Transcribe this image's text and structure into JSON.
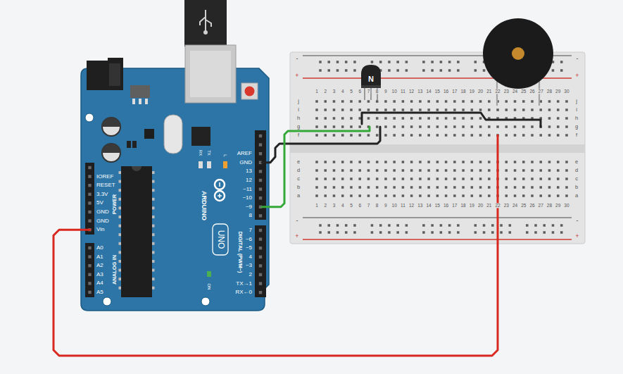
{
  "diagram": {
    "nodes": [
      {
        "text": [
          "AREF",
          "GND",
          "13",
          "12",
          "~11",
          "~10",
          "~9",
          "8",
          "7",
          "~6",
          "~5",
          "4",
          "~3",
          "2",
          "TX→1",
          "RX←0",
          "DIGITAL (PWM~)",
          "RX",
          "TX",
          "L",
          "ARDUINO",
          "UNO",
          "ON",
          "IOREF",
          "RESET",
          "3.3V",
          "5V",
          "GND",
          "GND",
          "Vin",
          "POWER",
          "A0",
          "A1",
          "A2",
          "A3",
          "A4",
          "A5",
          "ANALOG IN"
        ]
      },
      {
        "text": [
          "-",
          "-",
          "+",
          "+",
          "1",
          "2",
          "3",
          "4",
          "5",
          "6",
          "7",
          "8",
          "9",
          "10",
          "11",
          "12",
          "13",
          "14",
          "15",
          "16",
          "17",
          "18",
          "19",
          "20",
          "21",
          "22",
          "23",
          "24",
          "25",
          "26",
          "27",
          "28",
          "29",
          "30",
          "j",
          "j",
          "i",
          "i",
          "h",
          "h",
          "g",
          "g",
          "f",
          "f",
          "e",
          "e",
          "d",
          "d",
          "c",
          "c",
          "b",
          "b",
          "a",
          "a",
          "1",
          "2",
          "3",
          "4",
          "5",
          "6",
          "7",
          "8",
          "9",
          "10",
          "11",
          "12",
          "13",
          "14",
          "15",
          "16",
          "17",
          "18",
          "19",
          "20",
          "21",
          "22",
          "23",
          "24",
          "25",
          "26",
          "27",
          "28",
          "29",
          "30",
          "-",
          "-",
          "+",
          "+"
        ]
      },
      {
        "text": [
          "N"
        ],
        "in": 1
      }
    ],
    "edges": [
      {
        "from": 0,
        "to": 1,
        "arrow": "none"
      },
      {
        "from": 0,
        "to": 1,
        "arrow": "none"
      },
      {
        "from": 0,
        "to": 1,
        "arrow": "none"
      }
    ]
  }
}
